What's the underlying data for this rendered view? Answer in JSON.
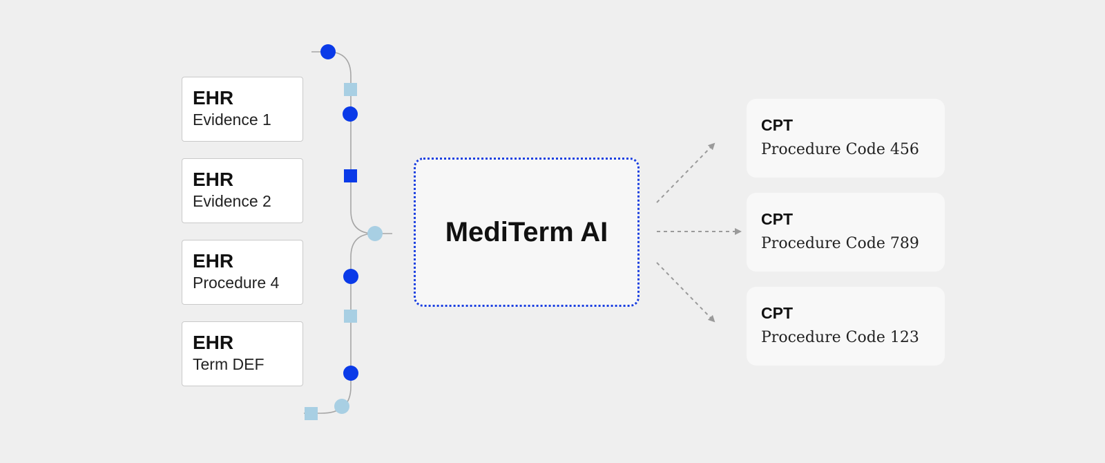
{
  "inputs": [
    {
      "title": "EHR",
      "subtitle": "Evidence 1"
    },
    {
      "title": "EHR",
      "subtitle": "Evidence 2"
    },
    {
      "title": "EHR",
      "subtitle": "Procedure 4"
    },
    {
      "title": "EHR",
      "subtitle": "Term DEF"
    }
  ],
  "core": {
    "label": "MediTerm AI"
  },
  "outputs": [
    {
      "title": "CPT",
      "subtitle": "Procedure Code 456"
    },
    {
      "title": "CPT",
      "subtitle": "Procedure Code 789"
    },
    {
      "title": "CPT",
      "subtitle": "Procedure Code 123"
    }
  ],
  "colors": {
    "background": "#efefef",
    "dark_blue": "#0a3ae8",
    "light_blue": "#a8cfe3",
    "dotted_border": "#1a3fe0",
    "arrow_gray": "#9a9a9a"
  }
}
